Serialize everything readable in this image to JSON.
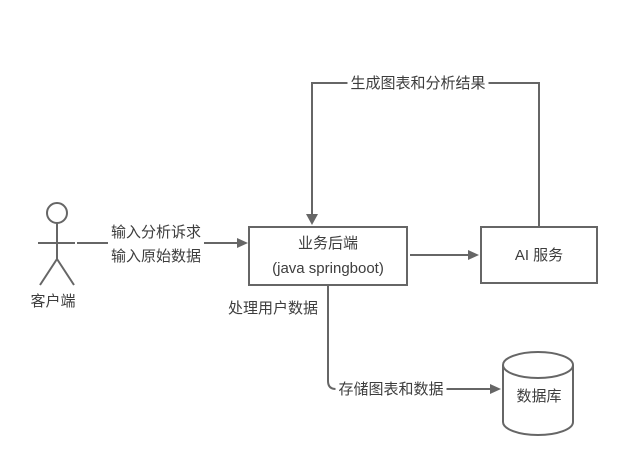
{
  "diagram": {
    "actor": {
      "label": "客户端"
    },
    "nodes": {
      "backend": {
        "title": "业务后端",
        "subtitle": "(java springboot)"
      },
      "ai_service": {
        "label": "AI 服务"
      },
      "database": {
        "label": "数据库"
      }
    },
    "edges": {
      "client_to_backend": {
        "label_line1": "输入分析诉求",
        "label_line2": "输入原始数据"
      },
      "ai_to_backend": {
        "label": "生成图表和分析结果"
      },
      "backend_processing": {
        "label": "处理用户数据"
      },
      "backend_to_database": {
        "label": "存储图表和数据"
      }
    },
    "colors": {
      "stroke": "#666666",
      "text": "#3d3d3d",
      "background": "#ffffff"
    }
  }
}
